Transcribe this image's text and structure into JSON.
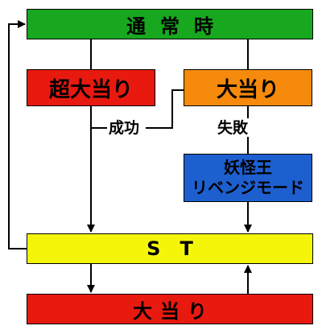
{
  "boxes": {
    "normal": "通常時",
    "super_big_hit": "超大当り",
    "big_hit": "大当り",
    "revenge_line1": "妖怪王",
    "revenge_line2": "リベンジモード",
    "st": "ST",
    "bottom_big_hit": "大当り"
  },
  "labels": {
    "success": "成功",
    "fail": "失敗"
  },
  "colors": {
    "normal": "#17a81f",
    "super_big_hit": "#e8190f",
    "big_hit": "#f58a0c",
    "revenge": "#1e5fd0",
    "st": "#f5f50a",
    "bottom_big_hit": "#e8190f"
  }
}
